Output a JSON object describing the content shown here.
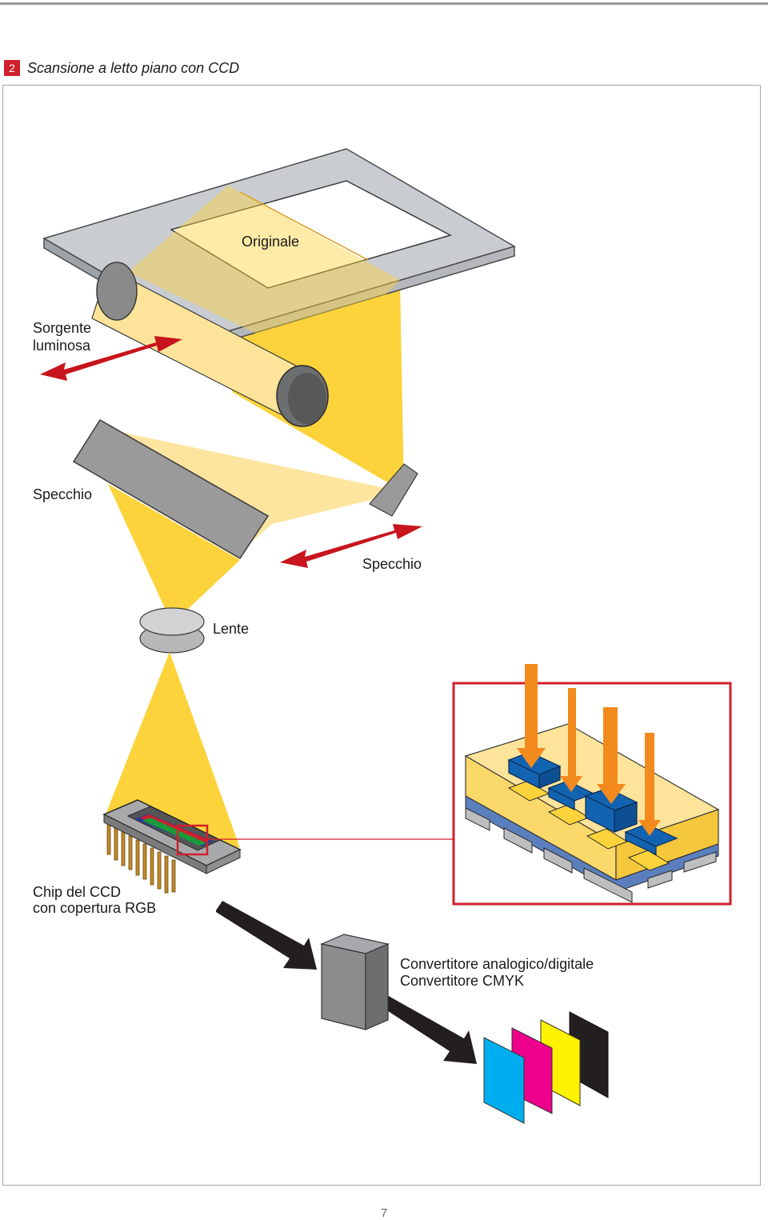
{
  "header": {
    "figure_number": "2",
    "title": "Scansione a letto piano con CCD"
  },
  "labels": {
    "original": "Originale",
    "light_source_line1": "Sorgente",
    "light_source_line2": "luminosa",
    "mirror_1": "Specchio",
    "mirror_2": "Specchio",
    "lens": "Lente",
    "ccd_line1": "Chip del CCD",
    "ccd_line2": "con copertura RGB",
    "converter_line1": "Convertitore analogico/digitale",
    "converter_line2": "Convertitore CMYK"
  },
  "colors": {
    "accent_red": "#c8141c",
    "light_yellow": "#fcd33b",
    "light_pale": "#fde49a",
    "glass_gray": "#c8ccd0",
    "mirror_gray": "#9a9a9a",
    "sensor_blue": "#1364b0",
    "photon_orange": "#f28a1e",
    "cyan": "#00aeef",
    "magenta": "#ec008c",
    "yellow": "#fff200",
    "black": "#231f20"
  },
  "page_number": "7"
}
